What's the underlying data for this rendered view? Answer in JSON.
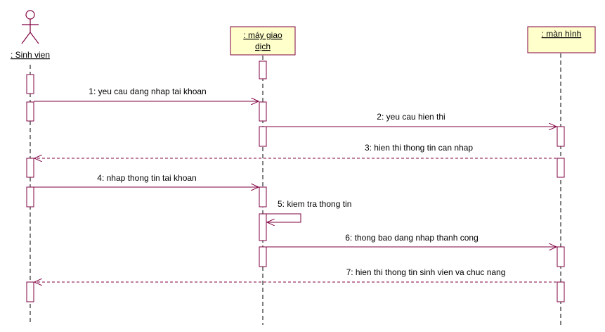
{
  "participants": [
    {
      "id": "sv",
      "label": ": Sinh vien",
      "kind": "actor"
    },
    {
      "id": "mgd",
      "label_lines": [
        ": máy giao",
        "dịch"
      ],
      "kind": "object"
    },
    {
      "id": "mh",
      "label": ": màn hình",
      "kind": "object"
    }
  ],
  "messages": [
    {
      "text": "1: yeu cau dang nhap tai khoan",
      "from": "sv",
      "to": "mgd",
      "kind": "call"
    },
    {
      "text": "2: yeu cau hien thi",
      "from": "mgd",
      "to": "mh",
      "kind": "call"
    },
    {
      "text": "3: hien thi thong tin can nhap",
      "from": "mh",
      "to": "sv",
      "kind": "return"
    },
    {
      "text": "4: nhap thong tin tai khoan",
      "from": "sv",
      "to": "mgd",
      "kind": "call"
    },
    {
      "text": "5: kiem tra thong tin",
      "from": "mgd",
      "to": "mgd",
      "kind": "self"
    },
    {
      "text": "6: thong bao dang nhap thanh cong",
      "from": "mgd",
      "to": "mh",
      "kind": "call"
    },
    {
      "text": "7: hien thi thong tin sinh vien va chuc nang",
      "from": "mh",
      "to": "sv",
      "kind": "return"
    }
  ],
  "colors": {
    "line": "#800040",
    "head_fill": "#ffffcc",
    "lifeline": "#000000"
  }
}
